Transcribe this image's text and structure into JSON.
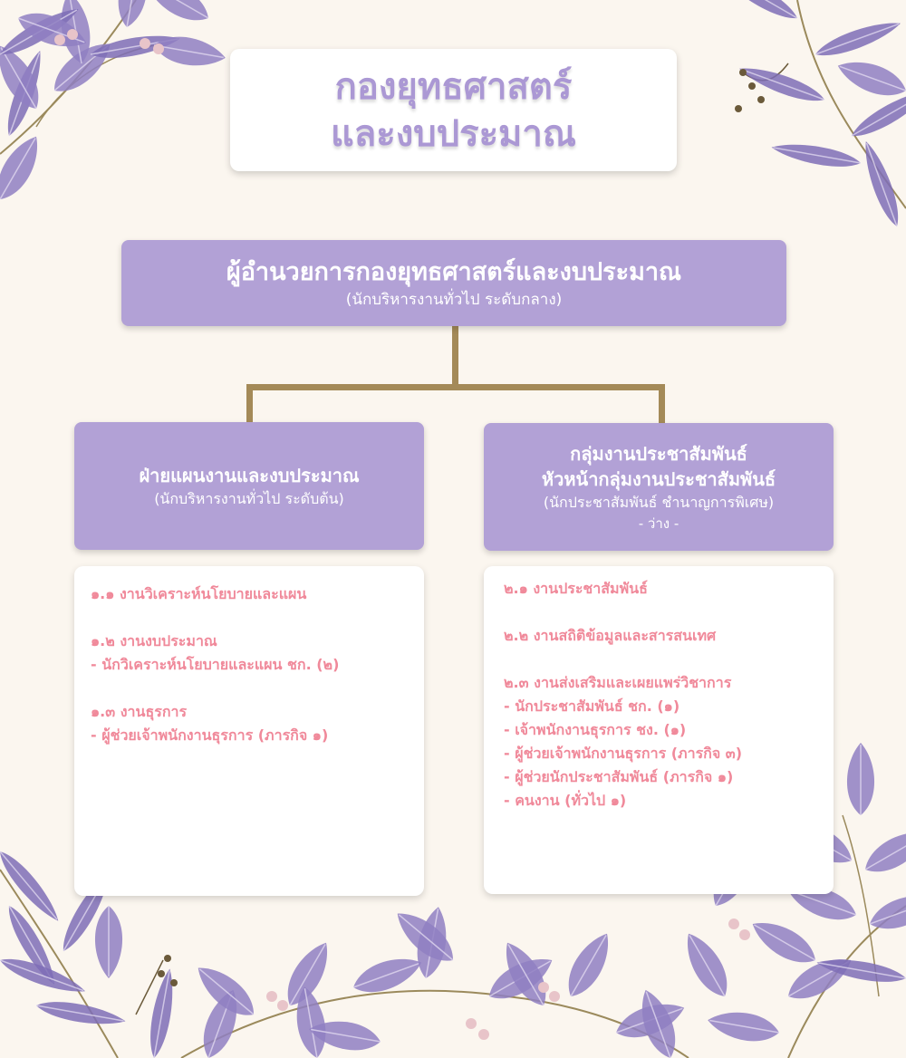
{
  "title": {
    "line1": "กองยุทธศาสตร์",
    "line2": "และงบประมาณ"
  },
  "head": {
    "title": "ผู้อำนวยการกองยุทธศาสตร์และงบประมาณ",
    "subtitle": "(นักบริหารงานทั่วไป ระดับกลาง)"
  },
  "divisions": [
    {
      "title": "ฝ่ายแผนงานและงบประมาณ",
      "subtitle": "(นักบริหารงานทั่วไป ระดับต้น)",
      "tasks": [
        "๑.๑ งานวิเคราะห์นโยบายและแผน",
        "",
        "๑.๒ งานงบประมาณ",
        "- นักวิเคราะห์นโยบายและแผน ชก. (๒)",
        "",
        "๑.๓ งานธุรการ",
        "- ผู้ช่วยเจ้าพนักงานธุรการ (ภารกิจ ๑)"
      ]
    },
    {
      "title": "กลุ่มงานประชาสัมพันธ์",
      "title2": "หัวหน้ากลุ่มงานประชาสัมพันธ์",
      "subtitle": "(นักประชาสัมพันธ์ ชำนาญการพิเศษ)",
      "vacant": "- ว่าง -",
      "tasks": [
        "๒.๑ งานประชาสัมพันธ์",
        "",
        "๒.๒ งานสถิติข้อมูลและสารสนเทศ",
        "",
        "๒.๓ งานส่งเสริมและเผยแพร่วิชาการ",
        "- นักประชาสัมพันธ์ ชก. (๑)",
        "- เจ้าพนักงานธุรการ ชง. (๑)",
        "- ผู้ช่วยเจ้าพนักงานธุรการ (ภารกิจ ๓)",
        "- ผู้ช่วยนักประชาสัมพันธ์ (ภารกิจ ๑)",
        "- คนงาน (ทั่วไป ๑)"
      ]
    }
  ],
  "colors": {
    "background": "#fbf6ef",
    "box_purple": "#b2a1d6",
    "title_purple": "#ab98d4",
    "task_pink": "#f0899a",
    "connector": "#a48a58"
  }
}
